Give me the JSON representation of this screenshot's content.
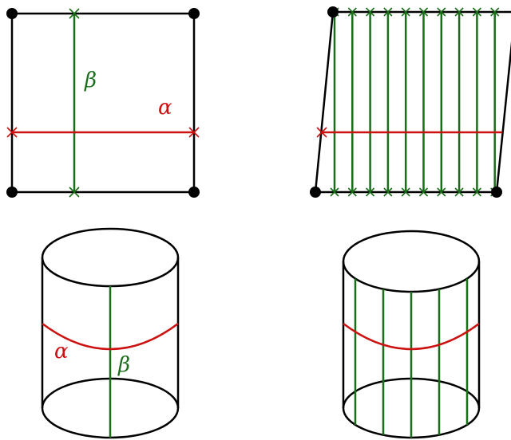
{
  "labels": {
    "alpha": "α",
    "beta": "β"
  },
  "colors": {
    "alpha": "#cc1111",
    "beta": "#1a6e1a",
    "edge": "#000000",
    "background": "#ffffff"
  },
  "panels": {
    "torus_square": {
      "beta_curves": 1
    },
    "twisted_square": {
      "beta_curves": 10
    },
    "cylinder_single": {
      "beta_curves": 1
    },
    "cylinder_multiple": {
      "beta_curves": 5
    }
  }
}
